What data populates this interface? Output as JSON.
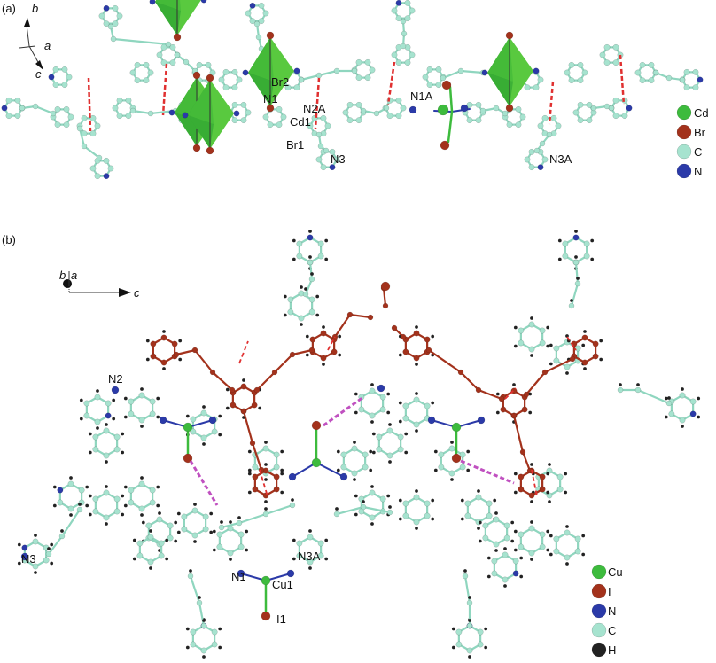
{
  "panel_a": {
    "label": "(a)",
    "axes": {
      "b": "b",
      "a": "a",
      "c": "c"
    },
    "atom_labels": {
      "br2": "Br2",
      "n1": "N1",
      "n2a": "N2A",
      "cd1": "Cd1",
      "br1": "Br1",
      "n1a": "N1A",
      "n3": "N3",
      "n3a": "N3A"
    },
    "legend": [
      {
        "label": "Cd",
        "color": "#3dbb3d"
      },
      {
        "label": "Br",
        "color": "#a3321c"
      },
      {
        "label": "C",
        "color": "#a6e3cf"
      },
      {
        "label": "N",
        "color": "#2b3aa8"
      }
    ]
  },
  "panel_b": {
    "label": "(b)",
    "axes": {
      "b": "b",
      "a": "a",
      "c": "c"
    },
    "atom_labels": {
      "n2": "N2",
      "n3": "N3",
      "n1": "N1",
      "n3a": "N3A",
      "cu1": "Cu1",
      "i1": "I1"
    },
    "legend": [
      {
        "label": "Cu",
        "color": "#3dbb3d"
      },
      {
        "label": "I",
        "color": "#a3321c"
      },
      {
        "label": "N",
        "color": "#2b3aa8"
      },
      {
        "label": "C",
        "color": "#a6e3cf"
      },
      {
        "label": "H",
        "color": "#222222"
      }
    ]
  },
  "colors": {
    "carbon": "#a6e3cf",
    "carbon_bond": "#8fd6bf",
    "nitrogen": "#2b3aa8",
    "metal": "#3dbb3d",
    "halogen": "#a3321c",
    "hydrogen": "#222222",
    "pi_stack": "#e03030",
    "hbond": "#c050c0"
  }
}
